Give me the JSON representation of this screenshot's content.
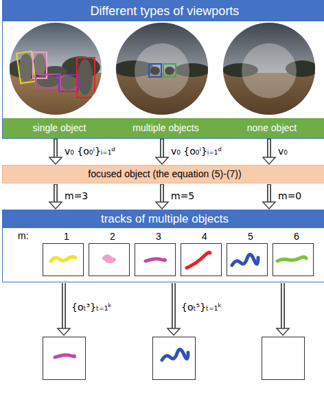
{
  "diagram": {
    "nodes": [
      {
        "text": [
          "Different types of viewports"
        ]
      },
      {
        "text": [
          "single object"
        ],
        "in": 0
      },
      {
        "text": [
          "multiple objects"
        ],
        "in": 0
      },
      {
        "text": [
          "none object"
        ],
        "in": 0
      },
      {
        "text": [
          "focused object (the equation (5)-(7))"
        ]
      },
      {
        "text": [
          "tracks of multiple objects"
        ]
      },
      {
        "text": [
          "1"
        ],
        "in": 5
      },
      {
        "text": [
          "2"
        ],
        "in": 5
      },
      {
        "text": [
          "3"
        ],
        "in": 5
      },
      {
        "text": [
          "4"
        ],
        "in": 5
      },
      {
        "text": [
          "5"
        ],
        "in": 5
      },
      {
        "text": [
          "6"
        ],
        "in": 5
      }
    ],
    "edges": [
      {
        "from": 1,
        "to": 4,
        "arrow": "to",
        "label": "v₀ {o₀ⁱ}ᵢ₌₁ᵈ"
      },
      {
        "from": 2,
        "to": 4,
        "arrow": "to",
        "label": "v₀ {o₀ⁱ}ᵢ₌₁ᵈ"
      },
      {
        "from": 3,
        "to": 4,
        "arrow": "to",
        "label": "v₀"
      },
      {
        "from": 4,
        "to": 5,
        "arrow": "to",
        "label": "m=3"
      },
      {
        "from": 4,
        "to": 5,
        "arrow": "to",
        "label": "m=5"
      },
      {
        "from": 4,
        "to": 5,
        "arrow": "to",
        "label": "m=0"
      }
    ],
    "labels": [
      "m:",
      "{oₜ³}ₜ₌₁ᵏ",
      "{oₜ⁵}ₜ₌₁ᵏ"
    ]
  }
}
